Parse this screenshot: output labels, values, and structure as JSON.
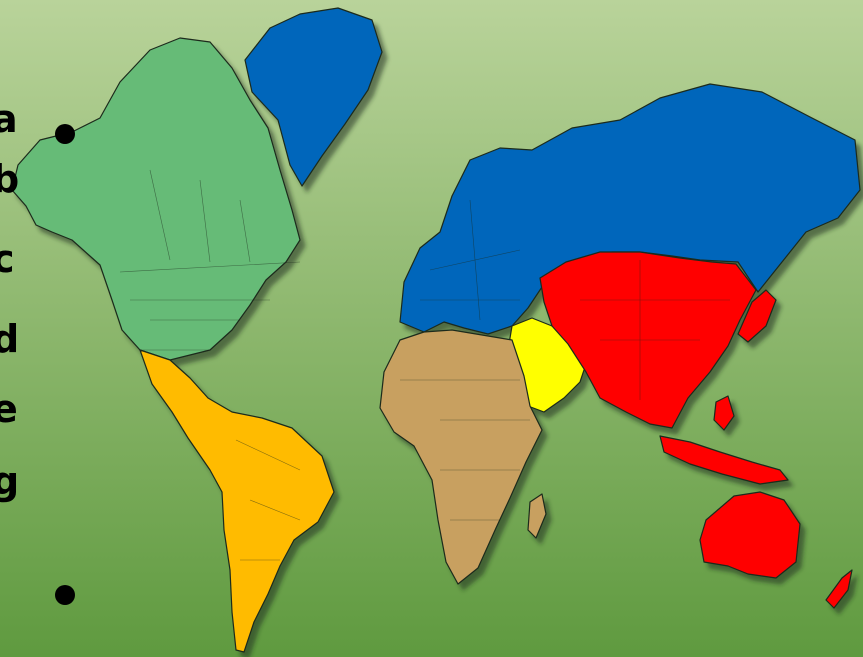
{
  "colors": {
    "background_top": "#b9d39a",
    "background_bottom": "#5f9a3f",
    "north_america": "#66bb77",
    "greenland": "#0066bb",
    "europe_russia": "#0066bb",
    "middle_east": "#ffff00",
    "africa": "#c8a060",
    "latin_america": "#ffbb00",
    "asia": "#ff0000",
    "oceania": "#ff0000",
    "border": "#1b2a1b",
    "bullet": "#000000",
    "text": "#000000"
  },
  "regions": [
    {
      "id": "north-america",
      "color_key": "north_america"
    },
    {
      "id": "greenland",
      "color_key": "greenland"
    },
    {
      "id": "latin-america",
      "color_key": "latin_america"
    },
    {
      "id": "europe-russia",
      "color_key": "europe_russia"
    },
    {
      "id": "middle-east",
      "color_key": "middle_east"
    },
    {
      "id": "africa",
      "color_key": "africa"
    },
    {
      "id": "asia",
      "color_key": "asia"
    },
    {
      "id": "oceania",
      "color_key": "oceania"
    }
  ],
  "side_text": {
    "glyphs": [
      "a",
      "b",
      "c",
      "d",
      "e",
      "g"
    ]
  }
}
